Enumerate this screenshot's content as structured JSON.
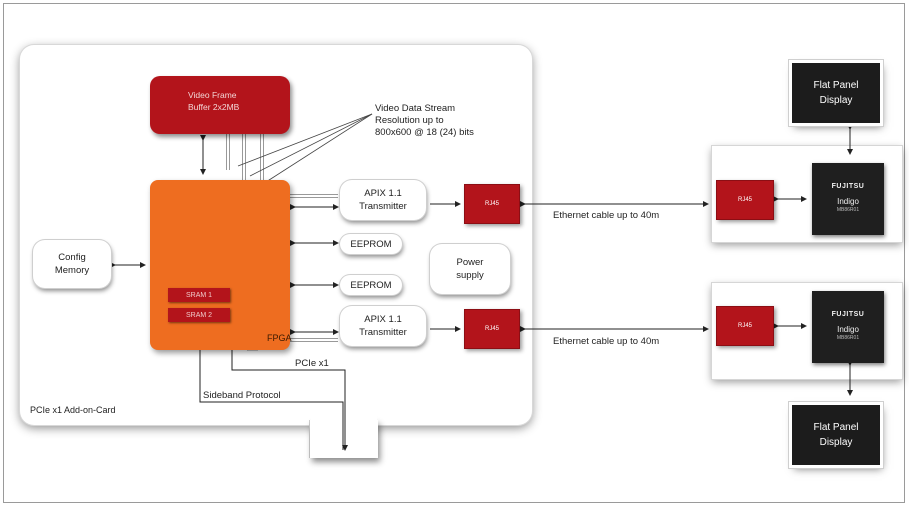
{
  "video_frame_buffer": "Video Frame\nBuffer 2x2MB",
  "fpga": {
    "label": "FPGA",
    "sram": [
      "SRAM 1",
      "SRAM 2"
    ]
  },
  "video_stream_note": "Video Data Stream\nResolution up to\n800x600 @ 18 (24) bits",
  "config_memory": "Config\nMemory",
  "apix_transmitters": [
    "APIX 1.1\nTransmitter",
    "APIX 1.1\nTransmitter"
  ],
  "eeproms": [
    "EEPROM",
    "EEPROM"
  ],
  "power_supply": "Power\nsupply",
  "rj45": [
    "RJ45",
    "RJ45",
    "RJ45",
    "RJ45"
  ],
  "ethernet_labels": [
    "Ethernet cable up to 40m",
    "Ethernet cable up to 40m"
  ],
  "pcie_label": "PCIe x1",
  "sideband_label": "Sideband Protocol",
  "card_label": "PCIe x1 Add-on-Card",
  "displays": [
    "Flat Panel\nDisplay",
    "Flat Panel\nDisplay"
  ],
  "chips": [
    {
      "brand": "FUJITSU",
      "model": "Indigo",
      "sub": "MB86R01"
    },
    {
      "brand": "FUJITSU",
      "model": "Indigo",
      "sub": "MB86R01"
    }
  ]
}
